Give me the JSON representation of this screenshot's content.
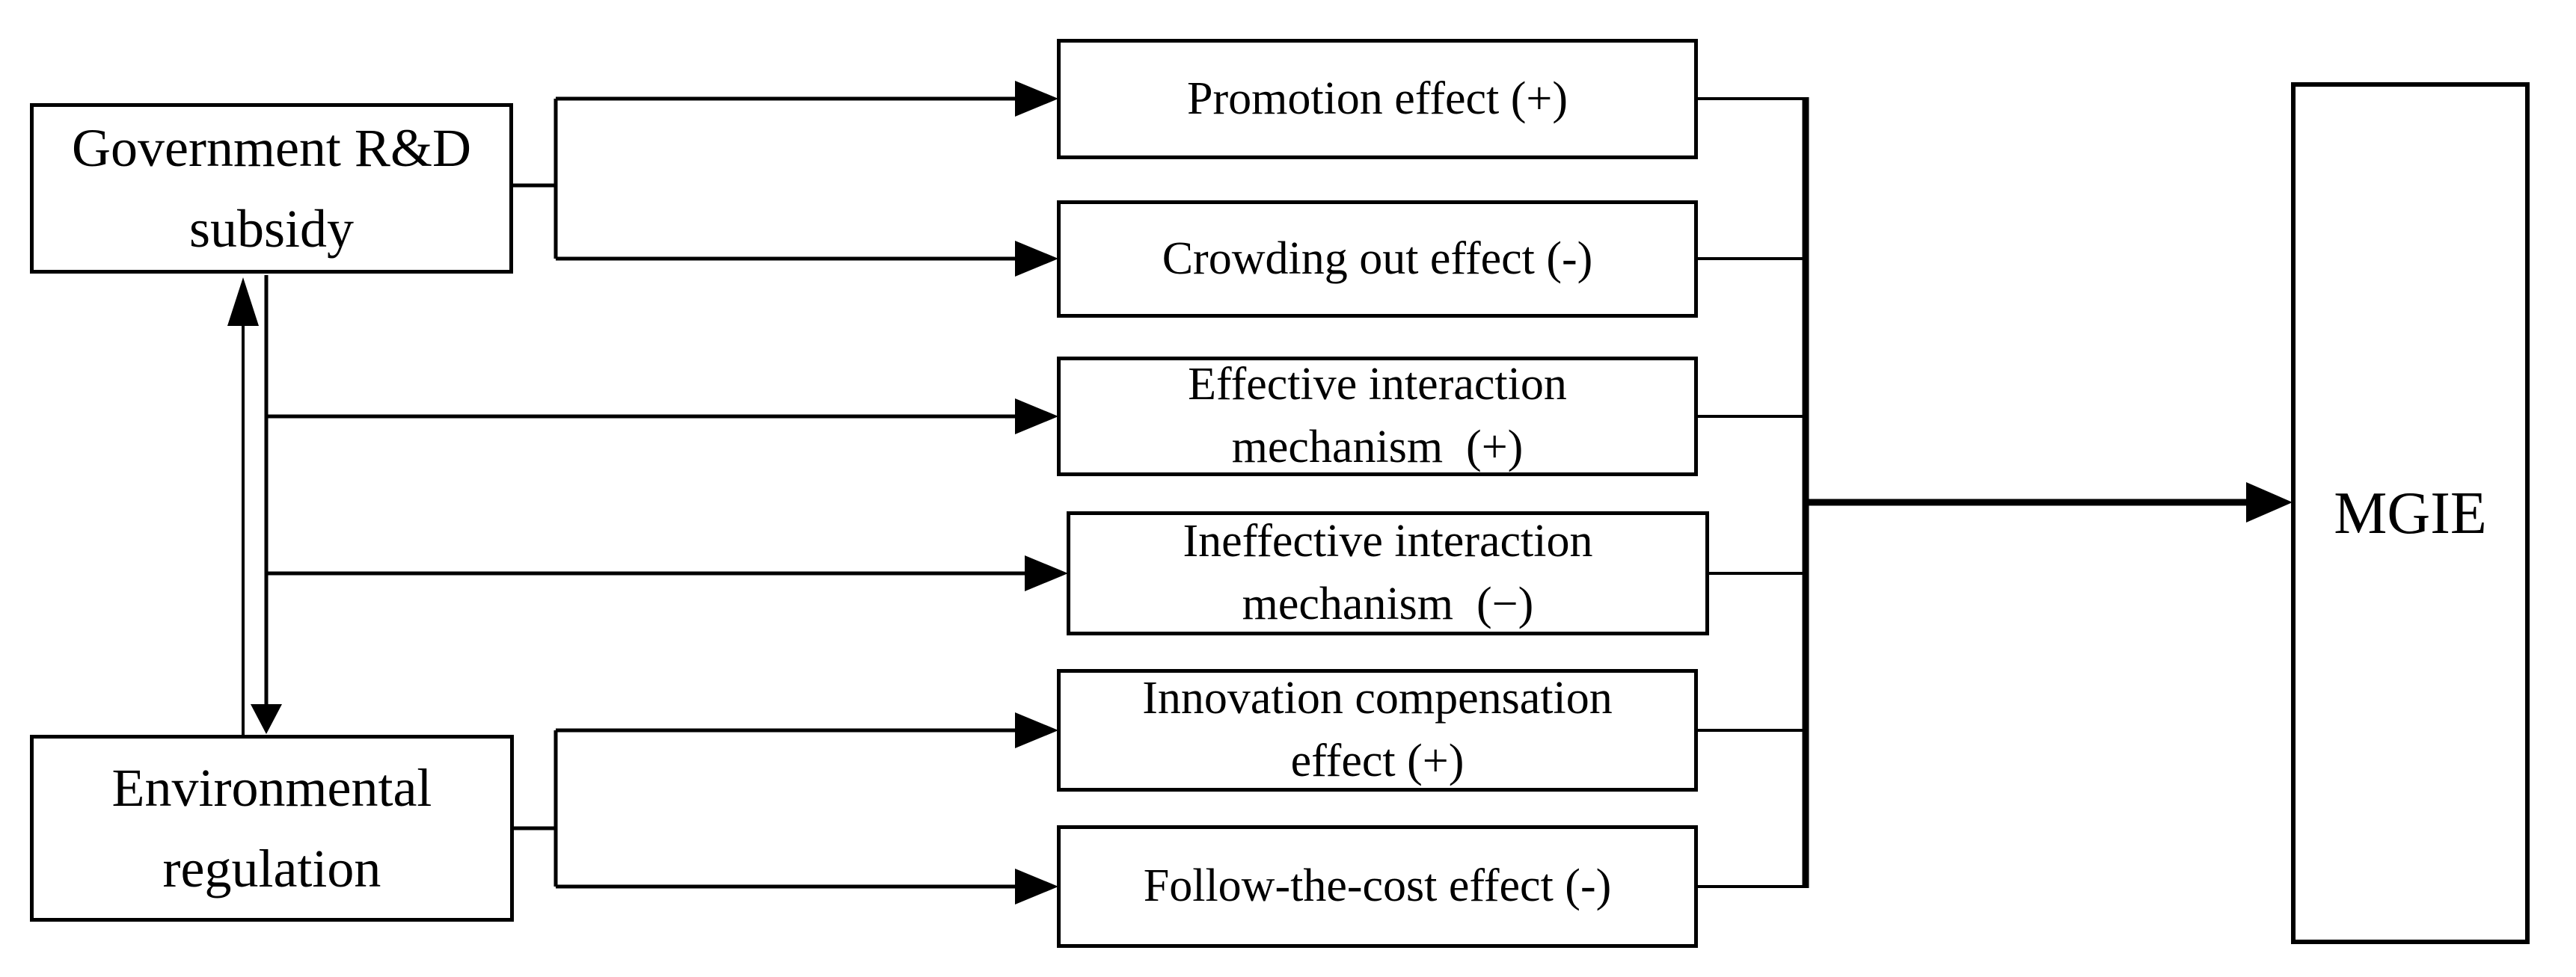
{
  "diagram": {
    "left_nodes": [
      {
        "label": "Government R&D\nsubsidy"
      },
      {
        "label": "Environmental\nregulation"
      }
    ],
    "mediator_nodes": [
      {
        "label": "Promotion effect (+)"
      },
      {
        "label": "Crowding out effect (-)"
      },
      {
        "label": "Effective interaction\nmechanism  (+)"
      },
      {
        "label": "Ineffective interaction\nmechanism  (−)"
      },
      {
        "label": "Innovation compensation\neffect (+)"
      },
      {
        "label": "Follow-the-cost effect (-)"
      }
    ],
    "outcome_node": {
      "label": "MGIE"
    },
    "colors": {
      "line": "#000000",
      "background": "#ffffff",
      "text": "#000000"
    }
  }
}
